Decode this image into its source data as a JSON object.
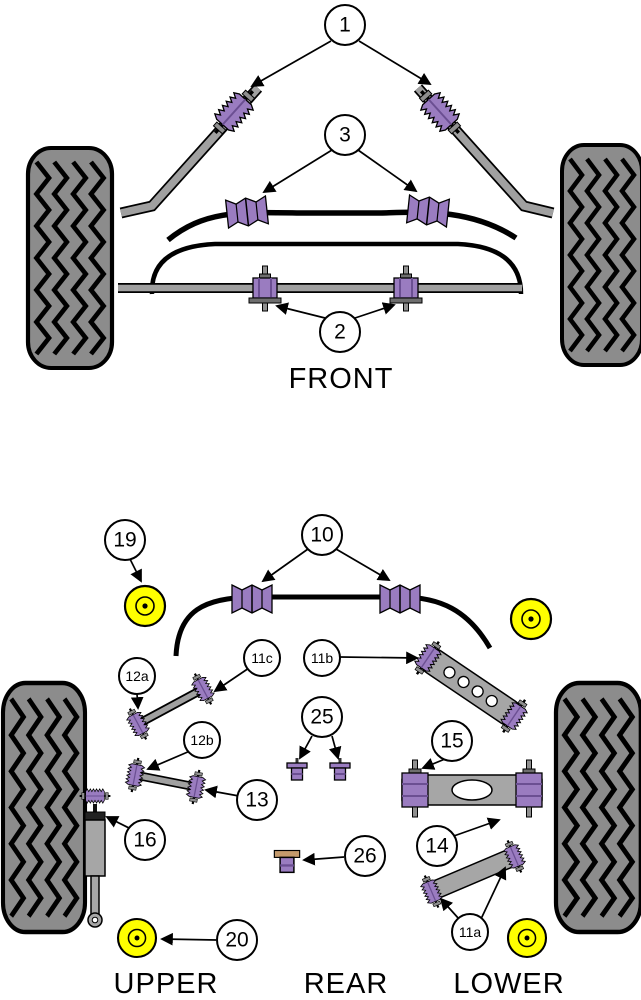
{
  "diagram": {
    "callouts": {
      "c1": "1",
      "c2": "2",
      "c3": "3",
      "c10": "10",
      "c11a": "11a",
      "c11b": "11b",
      "c11c": "11c",
      "c12a": "12a",
      "c12b": "12b",
      "c13": "13",
      "c14": "14",
      "c15": "15",
      "c16": "16",
      "c19": "19",
      "c20": "20",
      "c25": "25",
      "c26": "26"
    },
    "section_labels": {
      "front": "FRONT",
      "upper": "UPPER",
      "rear": "REAR",
      "lower": "LOWER"
    },
    "colors": {
      "bushing-purple": "#9a7cc0",
      "bushing-purple-dark": "#6b4f92",
      "metal-gray": "#a6a6a6",
      "washer-tan": "#c49a6c",
      "highlight-yellow": "#ffff00",
      "tire-gray": "#8c8c8c",
      "line-black": "#000000"
    }
  }
}
